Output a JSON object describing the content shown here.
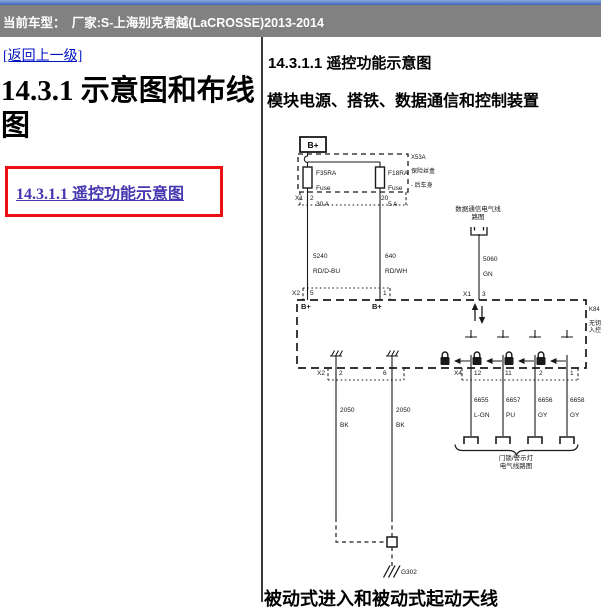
{
  "top_bar": {
    "text": "当前车型：　厂家:S-上海别克君越(LaCROSSE)2013-2014"
  },
  "sidebar": {
    "back_link": "[返回上一级]",
    "heading": "14.3.1 示意图和布线图",
    "active_link": "14.3.1.1 遥控功能示意图",
    "highlight_color": "#ee1010",
    "link_color": "#0013c0",
    "visited_link_color": "#4636b0"
  },
  "content": {
    "title": "14.3.1.1 遥控功能示意图",
    "subtitle": "模块电源、搭铁、数据通信和控制装置",
    "next_title": "被动式进入和被动式起动天线"
  },
  "diagram": {
    "battery": "B+",
    "fuse_panel": {
      "code": "X53A",
      "name": "保险丝盒",
      "location": "- 后车身",
      "connector": "X1",
      "pin_left": "2",
      "pin_right": "20",
      "fuse_left": {
        "id": "F35RA",
        "type": "Fuse",
        "rating": "30 A"
      },
      "fuse_right": {
        "id": "F18RA",
        "type": "Fuse",
        "rating": "5 A"
      }
    },
    "wires": {
      "w5240": {
        "circuit": "5240",
        "color": "RD/D-BU"
      },
      "w640": {
        "circuit": "640",
        "color": "RD/WH"
      },
      "w5060": {
        "circuit": "5060",
        "color": "GN"
      },
      "w2050a": {
        "circuit": "2050",
        "color": "BK"
      },
      "w2050b": {
        "circuit": "2050",
        "color": "BK"
      },
      "w6655": {
        "circuit": "6655",
        "color": "L-GN"
      },
      "w6657": {
        "circuit": "6657",
        "color": "PU"
      },
      "w6656": {
        "circuit": "6656",
        "color": "GY"
      },
      "w6658": {
        "circuit": "6658",
        "color": "GY"
      }
    },
    "data_link_label": "数据通信电气线\n路图",
    "door_lock_label": "门锁/警示灯\n电气线路图",
    "module": {
      "code": "K84",
      "name": "无钥匙进\n入控制模块",
      "conn_top": {
        "label": "X2",
        "pin_left": "5",
        "pin_right": "1",
        "b_plus_left": "B+",
        "b_plus_right": "B+"
      },
      "conn_data": {
        "label": "X1",
        "pin": "3"
      },
      "conn_ground": {
        "label": "X2",
        "pin_left": "2",
        "pin_right": "6"
      },
      "conn_output": {
        "label": "X4",
        "pins": [
          "12",
          "11",
          "2",
          "1"
        ]
      }
    },
    "ground_id": "G302"
  }
}
